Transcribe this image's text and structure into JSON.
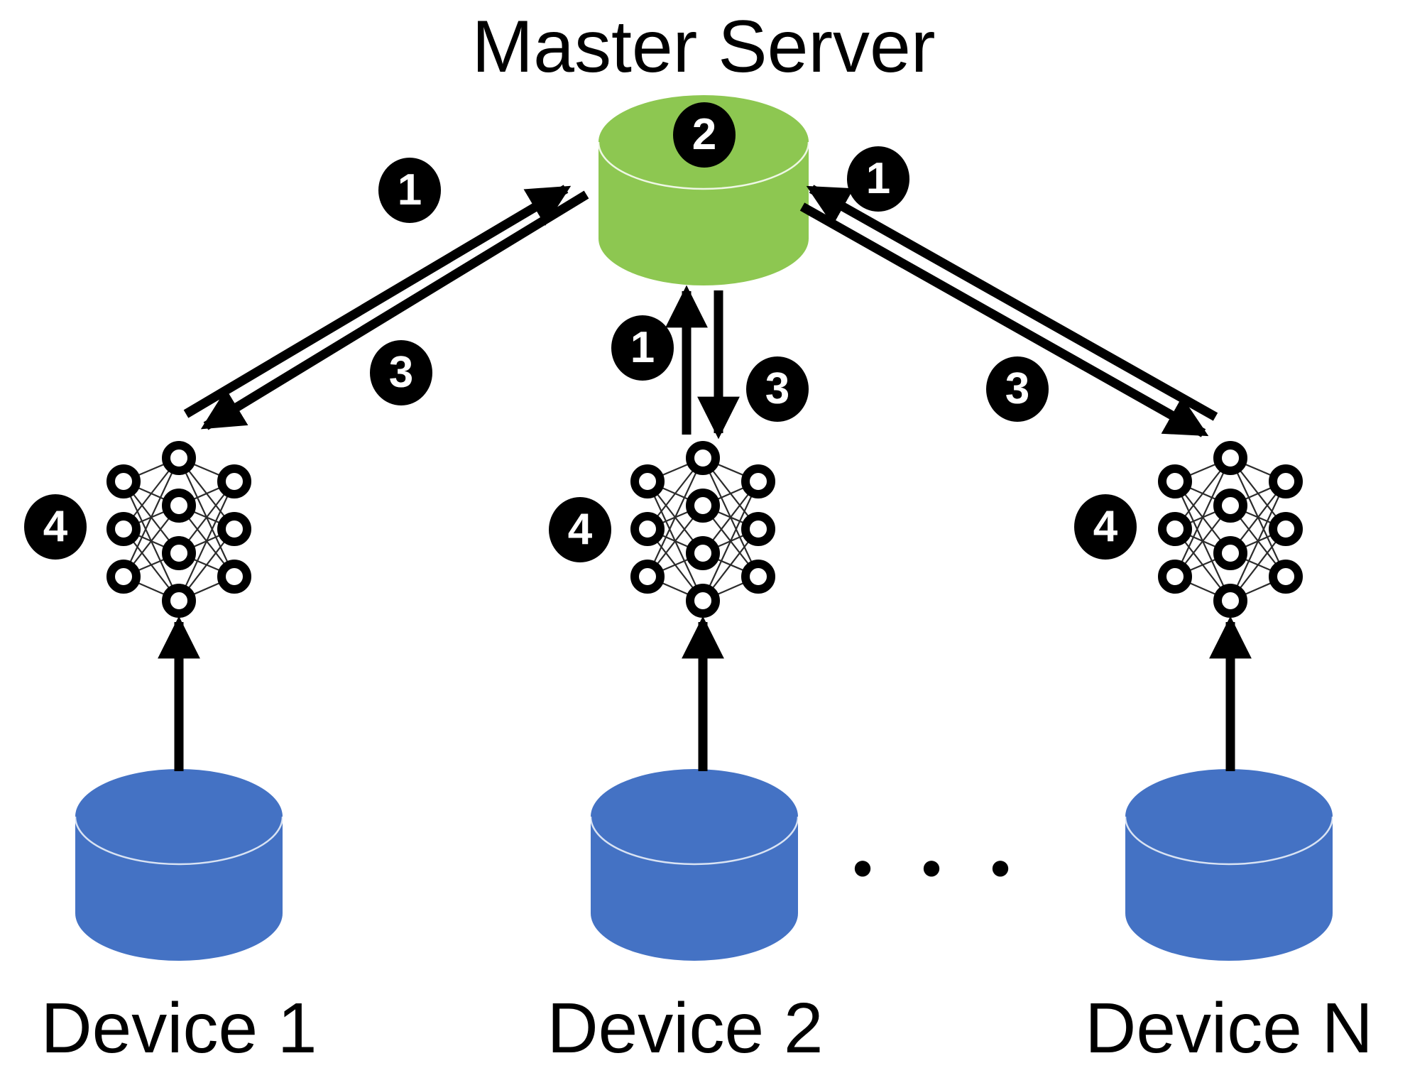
{
  "title": "Master Server",
  "server": {
    "badge": "2"
  },
  "steps": {
    "one": "1",
    "two": "2",
    "three": "3",
    "four": "4"
  },
  "devices": [
    {
      "label": "Device 1"
    },
    {
      "label": "Device 2"
    },
    {
      "label": "Device N"
    }
  ],
  "ellipsis": "• • •",
  "colors": {
    "server_fill": "#8DC751",
    "device_fill": "#4472C4",
    "arrow": "#000000",
    "badge_bg": "#000000",
    "badge_text": "#FFFFFF",
    "text": "#000000"
  }
}
